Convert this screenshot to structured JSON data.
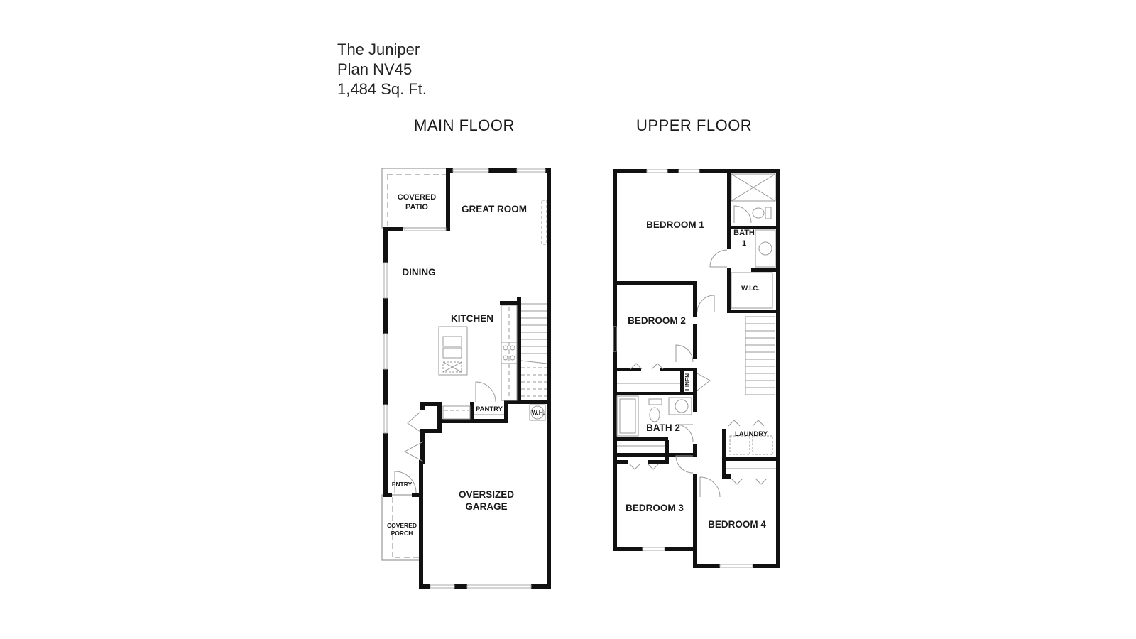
{
  "header": {
    "plan_name": "The Juniper",
    "plan_number": "Plan NV45",
    "square_feet": "1,484 Sq. Ft."
  },
  "main_floor": {
    "title": "MAIN FLOOR",
    "rooms": {
      "covered_patio_l1": "COVERED",
      "covered_patio_l2": "PATIO",
      "great_room": "GREAT ROOM",
      "dining": "DINING",
      "kitchen": "KITCHEN",
      "pantry": "PANTRY",
      "water_heater": "W.H.",
      "entry": "ENTRY",
      "covered_porch_l1": "COVERED",
      "covered_porch_l2": "PORCH",
      "garage_l1": "OVERSIZED",
      "garage_l2": "GARAGE"
    }
  },
  "upper_floor": {
    "title": "UPPER FLOOR",
    "rooms": {
      "bedroom_1": "BEDROOM 1",
      "bath_1_l1": "BATH",
      "bath_1_l2": "1",
      "wic": "W.I.C.",
      "bedroom_2": "BEDROOM 2",
      "linen": "LINEN",
      "bath_2": "BATH 2",
      "laundry": "LAUNDRY",
      "bedroom_3": "BEDROOM 3",
      "bedroom_4": "BEDROOM 4"
    }
  },
  "colors": {
    "wall": "#111111",
    "fixture": "#9a9a9a",
    "background": "#ffffff"
  }
}
